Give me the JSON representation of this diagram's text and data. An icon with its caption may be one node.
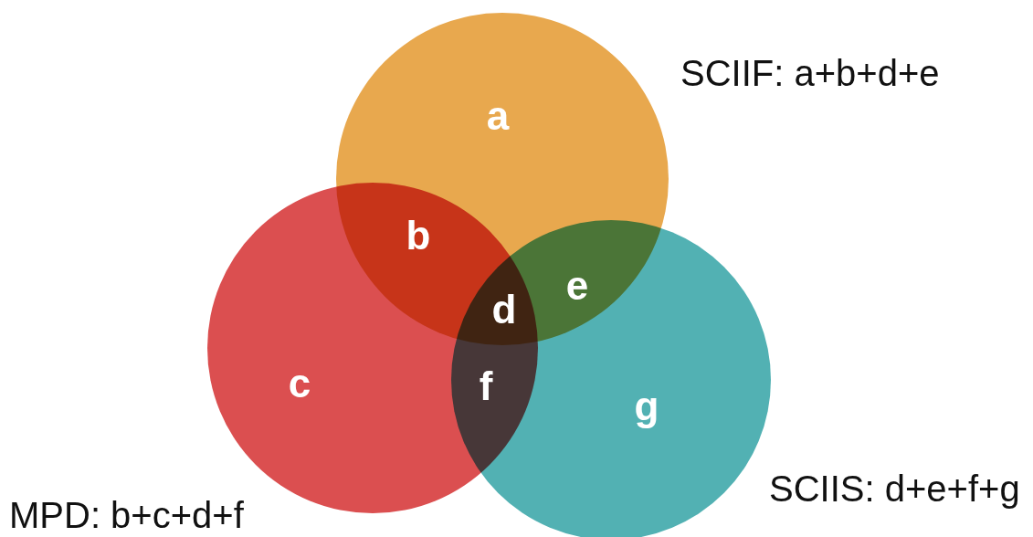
{
  "diagram": {
    "labels": [
      "SCIIF: a+b+d+e",
      "a",
      "b",
      "e",
      "d",
      "c",
      "f",
      "g",
      "MPD: b+c+d+f",
      "SCIIS: d+e+f+g"
    ]
  }
}
